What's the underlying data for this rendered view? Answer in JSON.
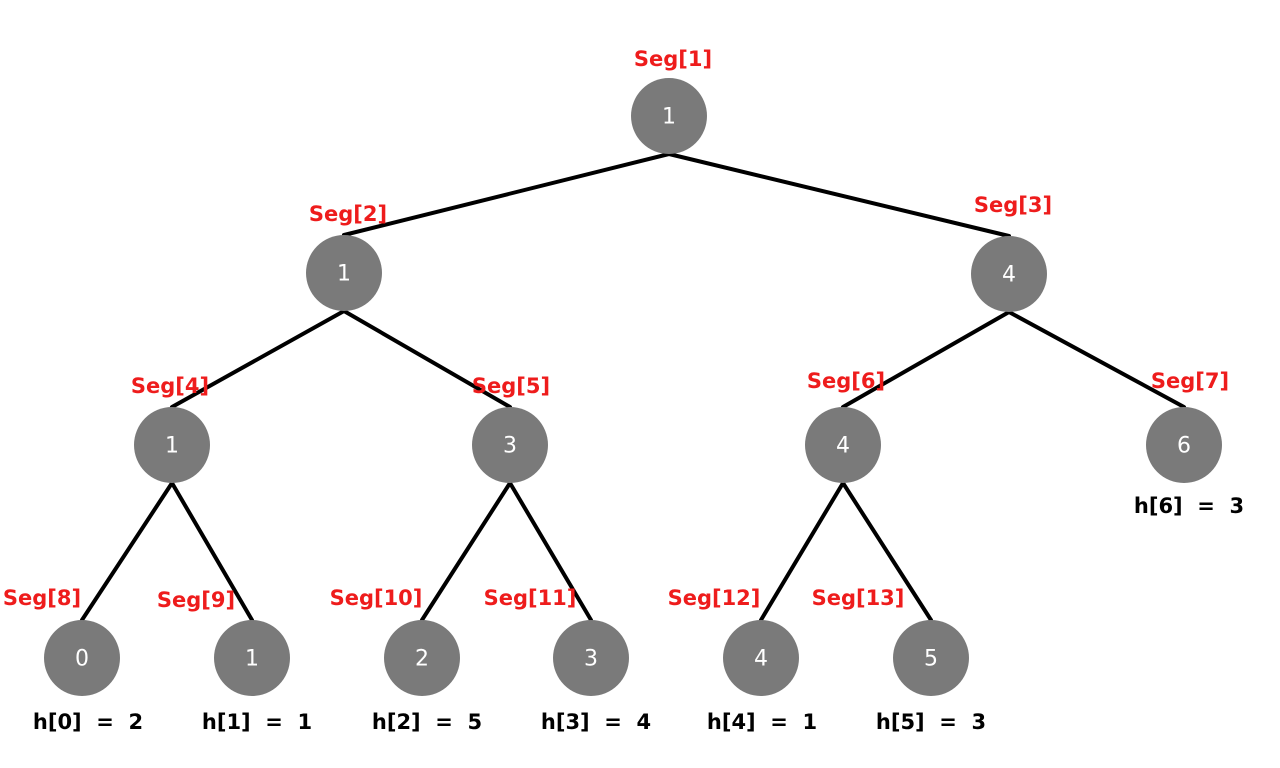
{
  "colors": {
    "node_fill": "#7a7a7a",
    "node_text": "#ffffff",
    "seg_label": "#ee1c1c",
    "h_label": "#000000",
    "edge": "#000000"
  },
  "nodes": [
    {
      "id": 1,
      "seg": "Seg[1]",
      "value": "1"
    },
    {
      "id": 2,
      "seg": "Seg[2]",
      "value": "1"
    },
    {
      "id": 3,
      "seg": "Seg[3]",
      "value": "4"
    },
    {
      "id": 4,
      "seg": "Seg[4]",
      "value": "1"
    },
    {
      "id": 5,
      "seg": "Seg[5]",
      "value": "3"
    },
    {
      "id": 6,
      "seg": "Seg[6]",
      "value": "4"
    },
    {
      "id": 7,
      "seg": "Seg[7]",
      "value": "6",
      "h": "h[6]  =  3"
    },
    {
      "id": 8,
      "seg": "Seg[8]",
      "value": "0",
      "h": "h[0]  =  2"
    },
    {
      "id": 9,
      "seg": "Seg[9]",
      "value": "1",
      "h": "h[1]  =  1"
    },
    {
      "id": 10,
      "seg": "Seg[10]",
      "value": "2",
      "h": "h[2]  =  5"
    },
    {
      "id": 11,
      "seg": "Seg[11]",
      "value": "3",
      "h": "h[3]  =  4"
    },
    {
      "id": 12,
      "seg": "Seg[12]",
      "value": "4",
      "h": "h[4]  =  1"
    },
    {
      "id": 13,
      "seg": "Seg[13]",
      "value": "5",
      "h": "h[5]  =  3"
    }
  ],
  "edges": [
    [
      1,
      2
    ],
    [
      1,
      3
    ],
    [
      2,
      4
    ],
    [
      2,
      5
    ],
    [
      3,
      6
    ],
    [
      3,
      7
    ],
    [
      4,
      8
    ],
    [
      4,
      9
    ],
    [
      5,
      10
    ],
    [
      5,
      11
    ],
    [
      6,
      12
    ],
    [
      6,
      13
    ]
  ]
}
